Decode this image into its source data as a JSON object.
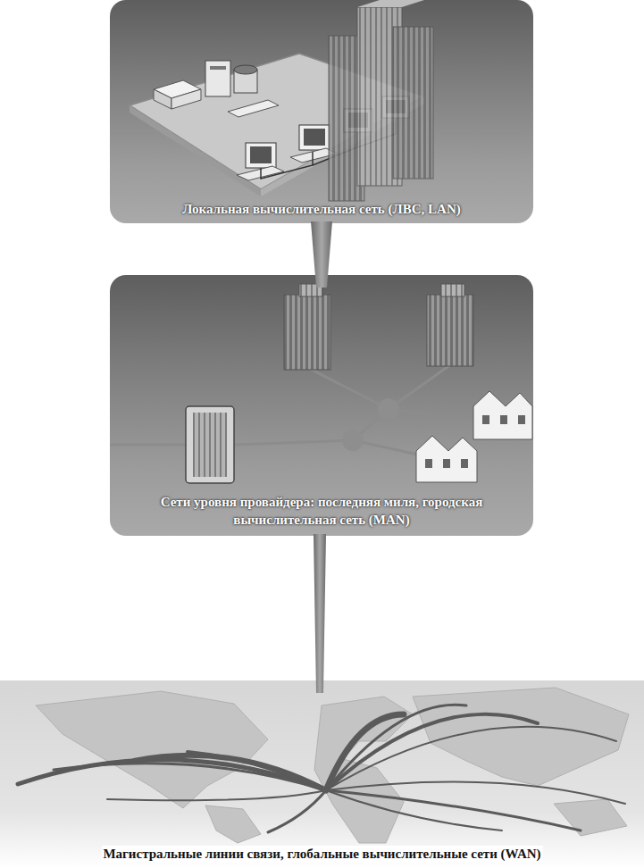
{
  "diagram": {
    "nodes": [
      {
        "text": [
          "Локальная вычислительная сеть (ЛВС, LAN)"
        ]
      },
      {
        "text": [
          "Сети уровня провайдера: последняя миля, городская вычислительная сеть (MAN)"
        ]
      },
      {
        "text": [
          "Магистральные линии связи, глобальные вычислительные сети (WAN)"
        ]
      }
    ],
    "edges": [
      {
        "from": 0,
        "to": 1,
        "arrow": "none"
      },
      {
        "from": 1,
        "to": 2,
        "arrow": "none"
      }
    ]
  }
}
